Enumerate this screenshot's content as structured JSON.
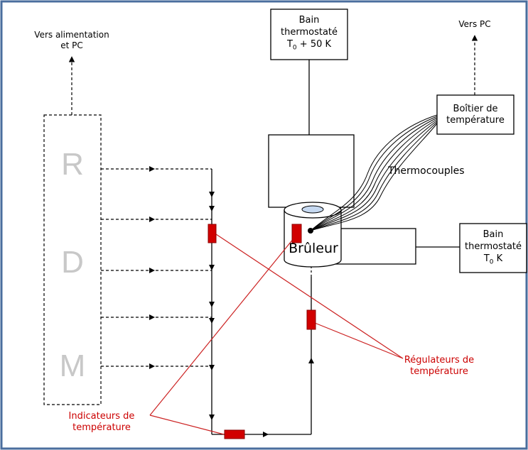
{
  "colors": {
    "frame": "#4a6e9e",
    "line": "#000000",
    "sensor": "#d10000",
    "sensor_stroke": "#8a0000",
    "red_line": "#cc2222",
    "rdm_letters": "#c8c8c8",
    "burner_top": "#c6d9f1"
  },
  "labels": {
    "vers_alim_line1": "Vers alimentation",
    "vers_alim_line2": "et PC",
    "vers_pc": "Vers PC",
    "bain_top_line1": "Bain",
    "bain_top_line2": "thermostaté",
    "bain_top_line3_main": "T",
    "bain_top_line3_sub": "0",
    "bain_top_line3_rest": " + 50 K",
    "boitier_line1": "Boîtier de",
    "boitier_line2": "température",
    "thermocouples": "Thermocouples",
    "bruleur": "Brûleur",
    "bain_right_line1": "Bain",
    "bain_right_line2": "thermostaté",
    "bain_right_line3_main": "T",
    "bain_right_line3_sub": "0",
    "bain_right_line3_rest": " K",
    "rdm_r": "R",
    "rdm_d": "D",
    "rdm_m": "M",
    "regulateurs_line1": "Régulateurs de",
    "regulateurs_line2": "température",
    "indicateurs_line1": "Indicateurs de",
    "indicateurs_line2": "température"
  }
}
